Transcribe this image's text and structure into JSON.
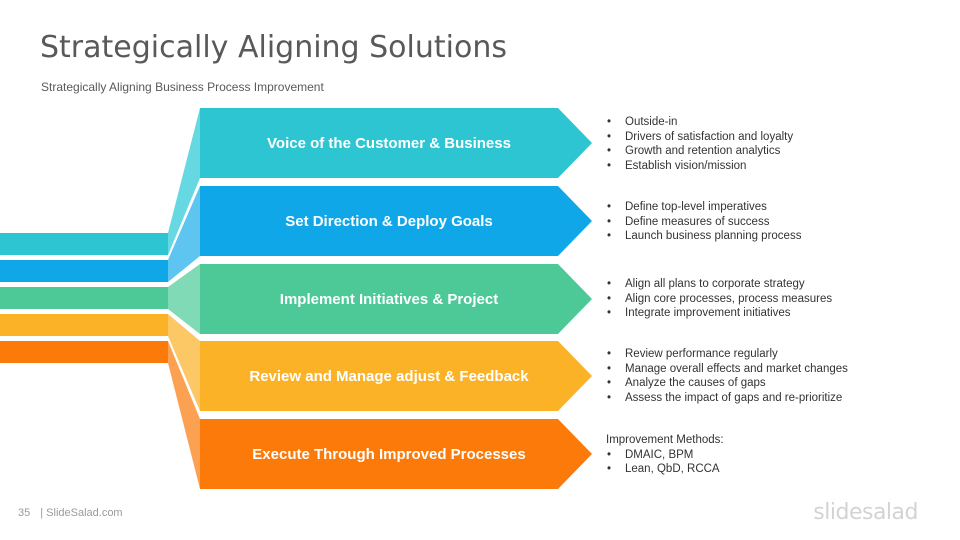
{
  "header": {
    "title": "Strategically Aligning Solutions",
    "subtitle": "Strategically Aligning Business Process Improvement"
  },
  "rows": [
    {
      "label": "Voice of the Customer & Business",
      "color": "#2ec5d3",
      "light": "#66d8e2",
      "bullets": [
        "Outside-in",
        "Drivers of satisfaction and loyalty",
        "Growth and retention analytics",
        "Establish vision/mission"
      ]
    },
    {
      "label": "Set Direction & Deploy Goals",
      "color": "#0fa7e8",
      "light": "#5ec4f0",
      "bullets": [
        "Define top-level imperatives",
        "Define measures of success",
        "Launch business planning process"
      ]
    },
    {
      "label": "Implement Initiatives & Project",
      "color": "#4cc996",
      "light": "#80dab5",
      "bullets": [
        "Align all plans to corporate strategy",
        "Align core processes, process measures",
        "Integrate improvement initiatives"
      ]
    },
    {
      "label": "Review and Manage adjust & Feedback",
      "color": "#fbb226",
      "light": "#fcc866",
      "bullets": [
        "Review performance regularly",
        "Manage overall effects and market changes",
        "Analyze the causes of gaps",
        "Assess the impact of gaps and re-prioritize"
      ]
    },
    {
      "label": "Execute Through Improved Processes",
      "color": "#fb7a0a",
      "light": "#fca152",
      "intro": "Improvement Methods:",
      "bullets": [
        "DMAIC, BPM",
        "Lean, QbD, RCCA"
      ]
    }
  ],
  "footer": {
    "page_number": "35",
    "site": "| SlideSalad.com",
    "brand": "slidesalad"
  }
}
